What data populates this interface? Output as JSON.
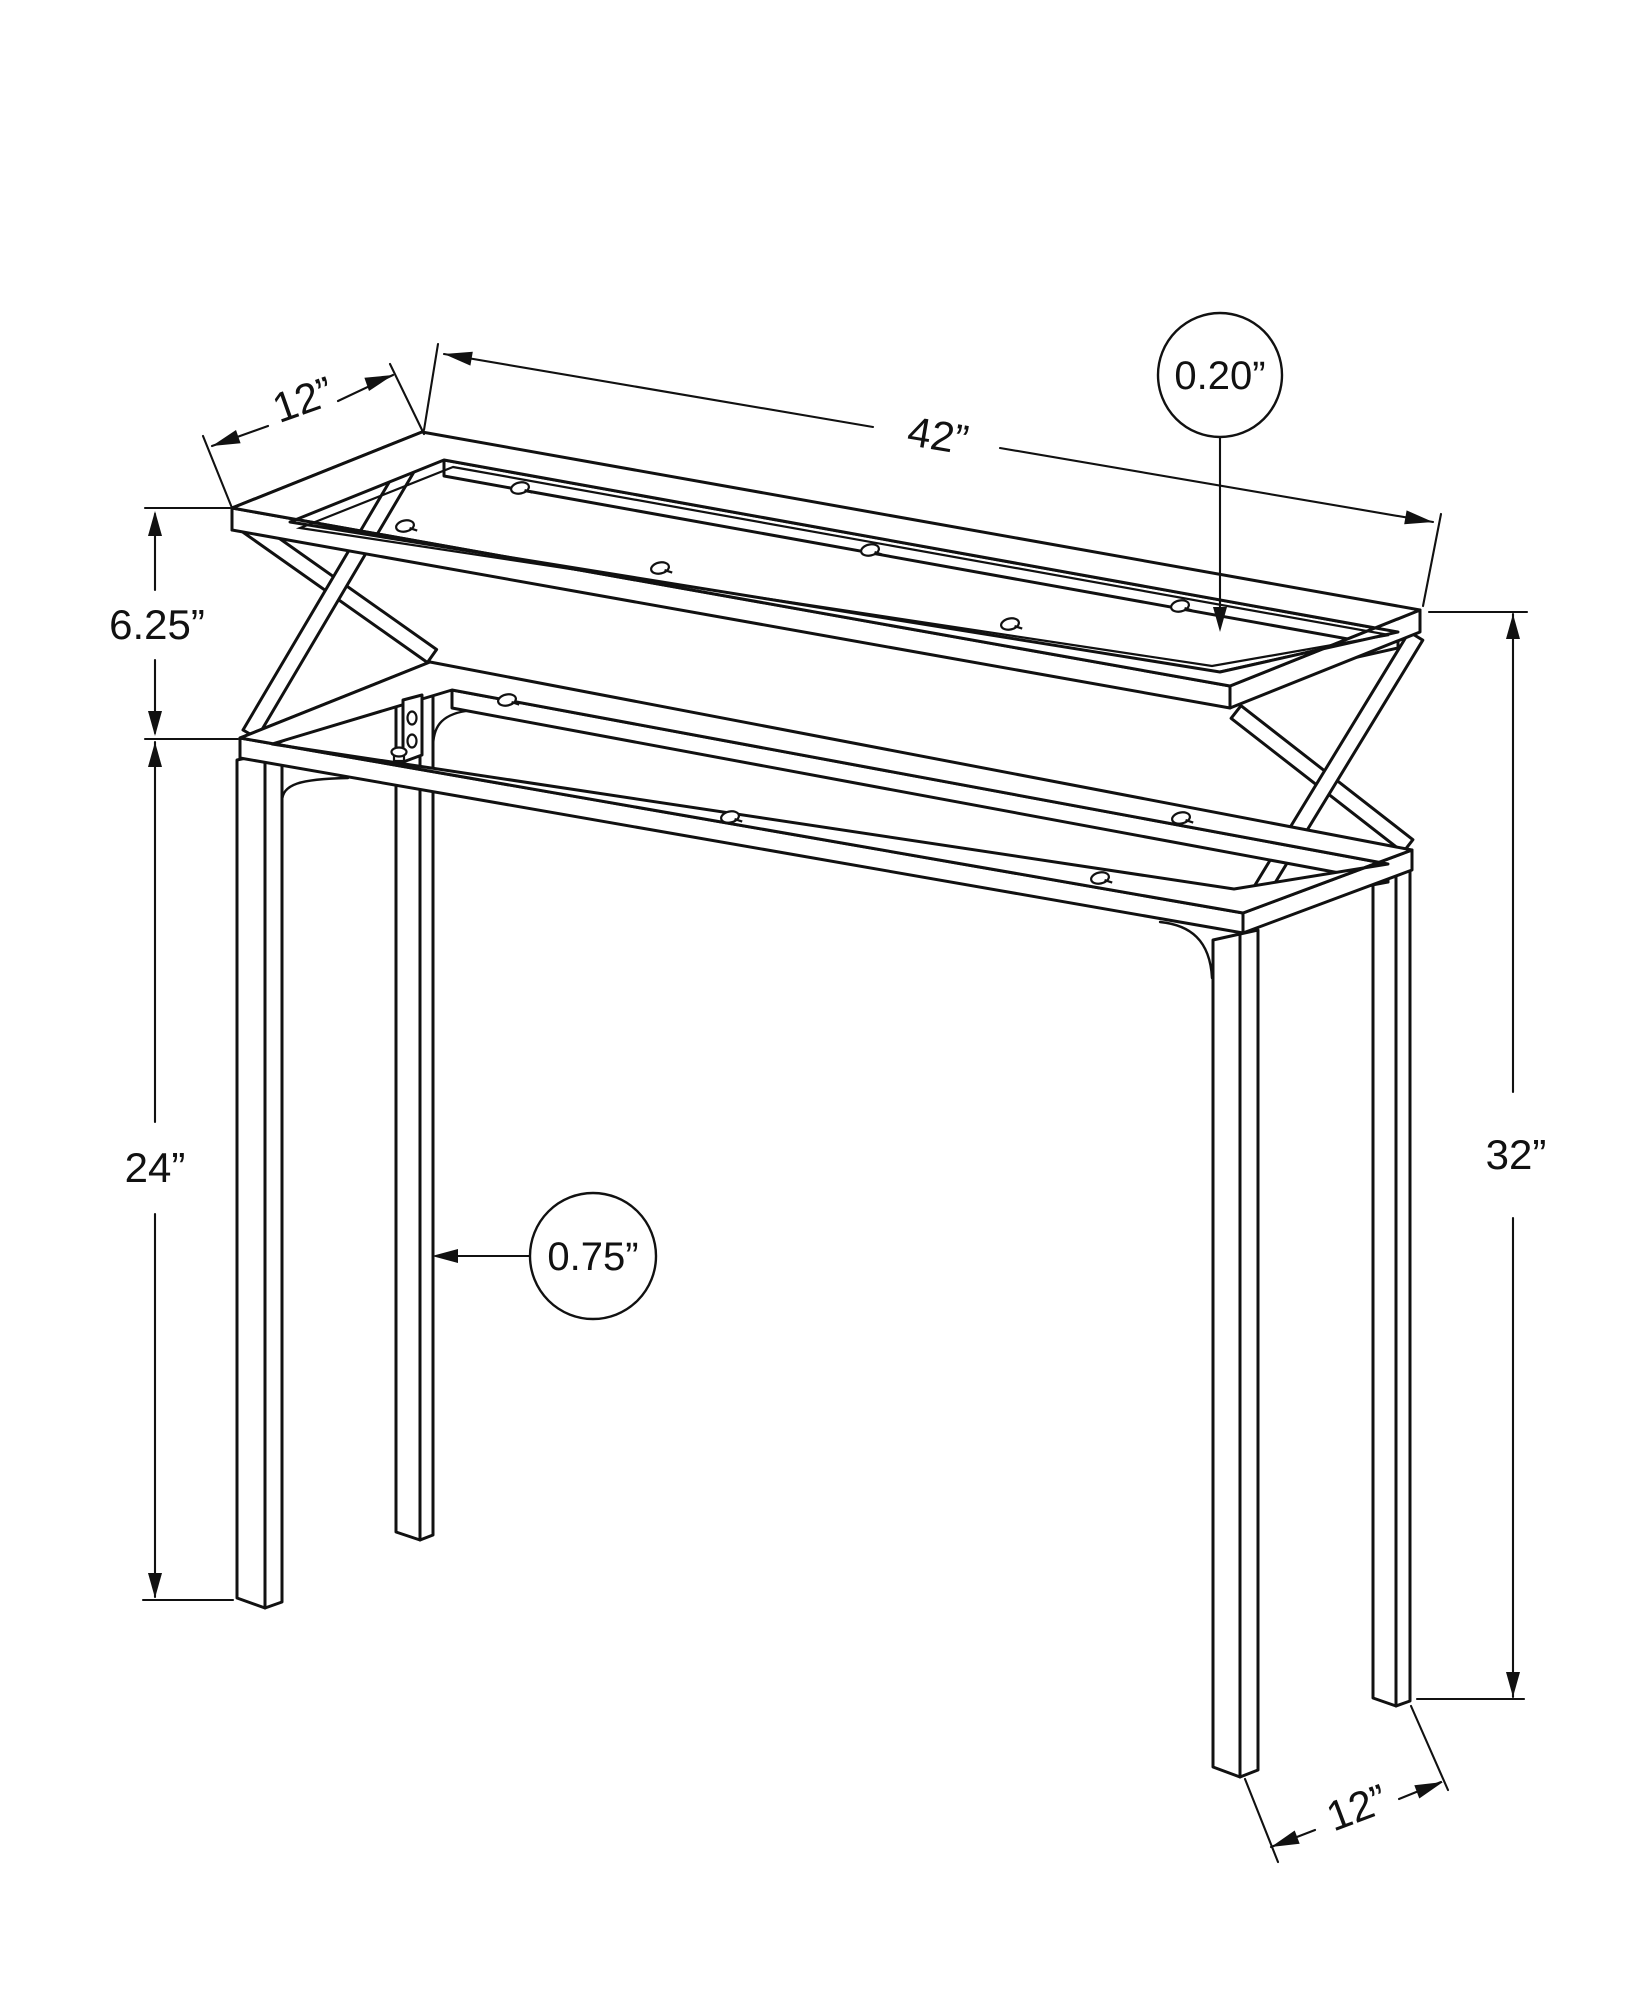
{
  "page": {
    "background_color": "#ffffff",
    "line_color": "#111111"
  },
  "drawing": {
    "subject": "Console accent table - isometric dimensional line drawing",
    "parts": [
      "glass tabletop frame",
      "x-shaped side braces",
      "open lower shelf frame",
      "four square tube legs",
      "corner gussets",
      "mounting bracket plate",
      "screw heads"
    ]
  },
  "dims": {
    "top_depth": "12”",
    "top_length": "42”",
    "glass_thickness": "0.20”",
    "top_to_shelf_gap": "6.25”",
    "leg_height": "24”",
    "overall_height": "32”",
    "leg_tube_size": "0.75”",
    "base_depth": "12”"
  }
}
